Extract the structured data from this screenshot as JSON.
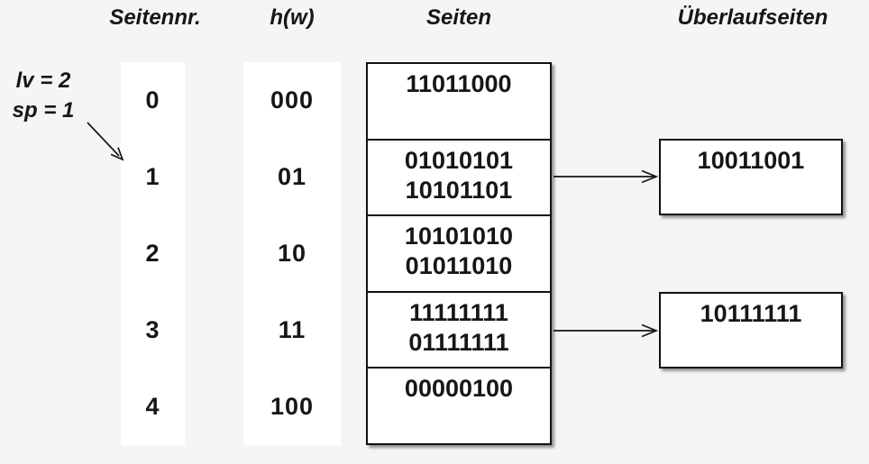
{
  "diagram": {
    "background_color": "#f5f5f4",
    "ink_color": "#161616",
    "box_fill_color": "#ffffff"
  },
  "headers": {
    "seitennr": "Seitennr.",
    "hw": "h(w)",
    "seiten": "Seiten",
    "ueberlauf": "Überlaufseiten"
  },
  "annotation": {
    "lv": "lv = 2",
    "sp": "sp = 1"
  },
  "table": {
    "rows": [
      {
        "nr": "0",
        "hw": "000",
        "entries": [
          "11011000"
        ]
      },
      {
        "nr": "1",
        "hw": "01",
        "entries": [
          "01010101",
          "10101101"
        ]
      },
      {
        "nr": "2",
        "hw": "10",
        "entries": [
          "10101010",
          "01011010"
        ]
      },
      {
        "nr": "3",
        "hw": "11",
        "entries": [
          "11111111",
          "01111111"
        ]
      },
      {
        "nr": "4",
        "hw": "100",
        "entries": [
          "00000100"
        ]
      }
    ]
  },
  "overflow": [
    {
      "value": "10011001",
      "attached_to_row": "1"
    },
    {
      "value": "10111111",
      "attached_to_row": "3"
    }
  ]
}
